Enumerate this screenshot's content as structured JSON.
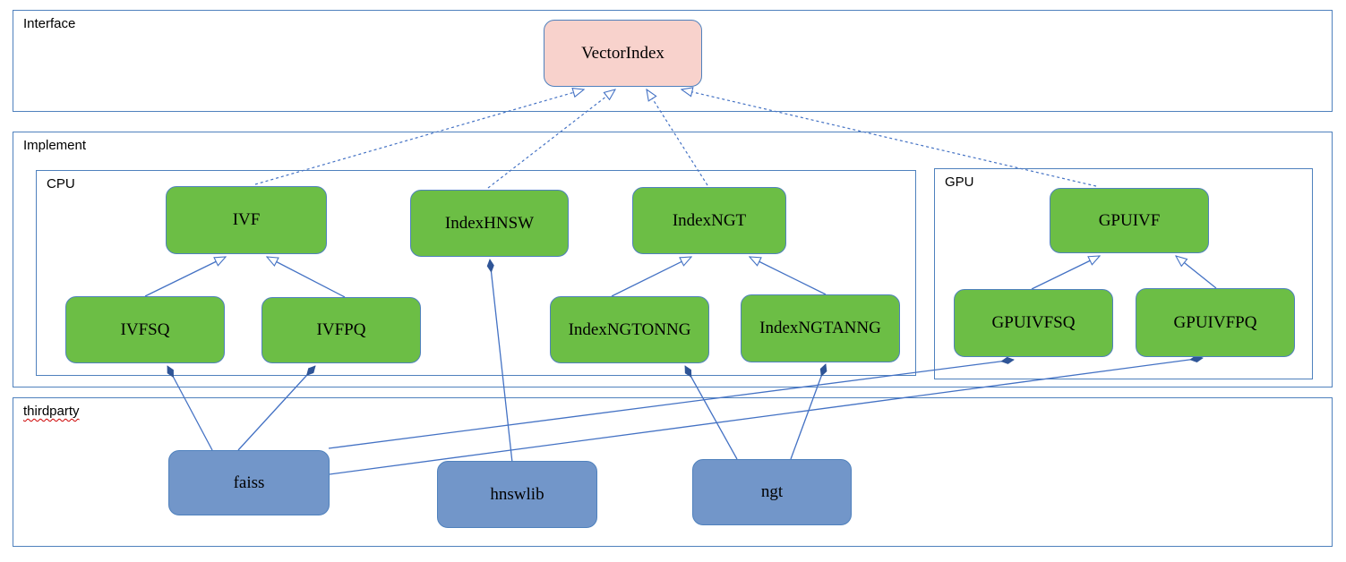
{
  "groups": {
    "interface": {
      "label": "Interface"
    },
    "implement": {
      "label": "Implement"
    },
    "cpu": {
      "label": "CPU"
    },
    "gpu": {
      "label": "GPU"
    },
    "thirdparty": {
      "label": "thirdparty",
      "spellcheck_underline": true
    }
  },
  "nodes": {
    "vectorindex": {
      "label": "VectorIndex",
      "group": "interface",
      "fill": "#F8D2CC"
    },
    "ivf": {
      "label": "IVF",
      "group": "cpu",
      "fill": "#6CBE45"
    },
    "indexhnsw": {
      "label": "IndexHNSW",
      "group": "cpu",
      "fill": "#6CBE45"
    },
    "indexngt": {
      "label": "IndexNGT",
      "group": "cpu",
      "fill": "#6CBE45"
    },
    "ivfsq": {
      "label": "IVFSQ",
      "group": "cpu",
      "fill": "#6CBE45"
    },
    "ivfpq": {
      "label": "IVFPQ",
      "group": "cpu",
      "fill": "#6CBE45"
    },
    "indexngtonng": {
      "label": "IndexNGTONNG",
      "group": "cpu",
      "fill": "#6CBE45"
    },
    "indexngtanng": {
      "label": "IndexNGTANNG",
      "group": "cpu",
      "fill": "#6CBE45"
    },
    "gpuivf": {
      "label": "GPUIVF",
      "group": "gpu",
      "fill": "#6CBE45"
    },
    "gpuivfsq": {
      "label": "GPUIVFSQ",
      "group": "gpu",
      "fill": "#6CBE45"
    },
    "gpuivfpq": {
      "label": "GPUIVFPQ",
      "group": "gpu",
      "fill": "#6CBE45"
    },
    "faiss": {
      "label": "faiss",
      "group": "thirdparty",
      "fill": "#7296C9"
    },
    "hnswlib": {
      "label": "hnswlib",
      "group": "thirdparty",
      "fill": "#7296C9"
    },
    "ngt": {
      "label": "ngt",
      "group": "thirdparty",
      "fill": "#7296C9"
    }
  },
  "edges": [
    {
      "from": "ivf",
      "to": "vectorindex",
      "type": "realization",
      "style": "dashed-hollow-arrow"
    },
    {
      "from": "indexhnsw",
      "to": "vectorindex",
      "type": "realization",
      "style": "dashed-hollow-arrow"
    },
    {
      "from": "indexngt",
      "to": "vectorindex",
      "type": "realization",
      "style": "dashed-hollow-arrow"
    },
    {
      "from": "gpuivf",
      "to": "vectorindex",
      "type": "realization",
      "style": "dashed-hollow-arrow"
    },
    {
      "from": "ivfsq",
      "to": "ivf",
      "type": "generalization",
      "style": "solid-hollow-arrow"
    },
    {
      "from": "ivfpq",
      "to": "ivf",
      "type": "generalization",
      "style": "solid-hollow-arrow"
    },
    {
      "from": "indexngtonng",
      "to": "indexngt",
      "type": "generalization",
      "style": "solid-hollow-arrow"
    },
    {
      "from": "indexngtanng",
      "to": "indexngt",
      "type": "generalization",
      "style": "solid-hollow-arrow"
    },
    {
      "from": "gpuivfsq",
      "to": "gpuivf",
      "type": "generalization",
      "style": "solid-hollow-arrow"
    },
    {
      "from": "gpuivfpq",
      "to": "gpuivf",
      "type": "generalization",
      "style": "solid-hollow-arrow"
    },
    {
      "from": "faiss",
      "to": "ivfsq",
      "type": "composition",
      "style": "solid-filled-diamond"
    },
    {
      "from": "faiss",
      "to": "ivfpq",
      "type": "composition",
      "style": "solid-filled-diamond"
    },
    {
      "from": "faiss",
      "to": "gpuivfsq",
      "type": "composition",
      "style": "solid-filled-diamond"
    },
    {
      "from": "faiss",
      "to": "gpuivfpq",
      "type": "composition",
      "style": "solid-filled-diamond"
    },
    {
      "from": "hnswlib",
      "to": "indexhnsw",
      "type": "composition",
      "style": "solid-filled-diamond"
    },
    {
      "from": "ngt",
      "to": "indexngtonng",
      "type": "composition",
      "style": "solid-filled-diamond"
    },
    {
      "from": "ngt",
      "to": "indexngtanng",
      "type": "composition",
      "style": "solid-filled-diamond"
    }
  ],
  "colors": {
    "interface_node_fill": "#F8D2CC",
    "implementation_node_fill": "#6CBE45",
    "thirdparty_node_fill": "#7296C9",
    "node_border": "#4F81BD",
    "container_border": "#4F81BD",
    "connector": "#4472C4",
    "diamond_fill": "#2F5597",
    "spellcheck_underline": "#CC0000",
    "background": "#FFFFFF"
  }
}
